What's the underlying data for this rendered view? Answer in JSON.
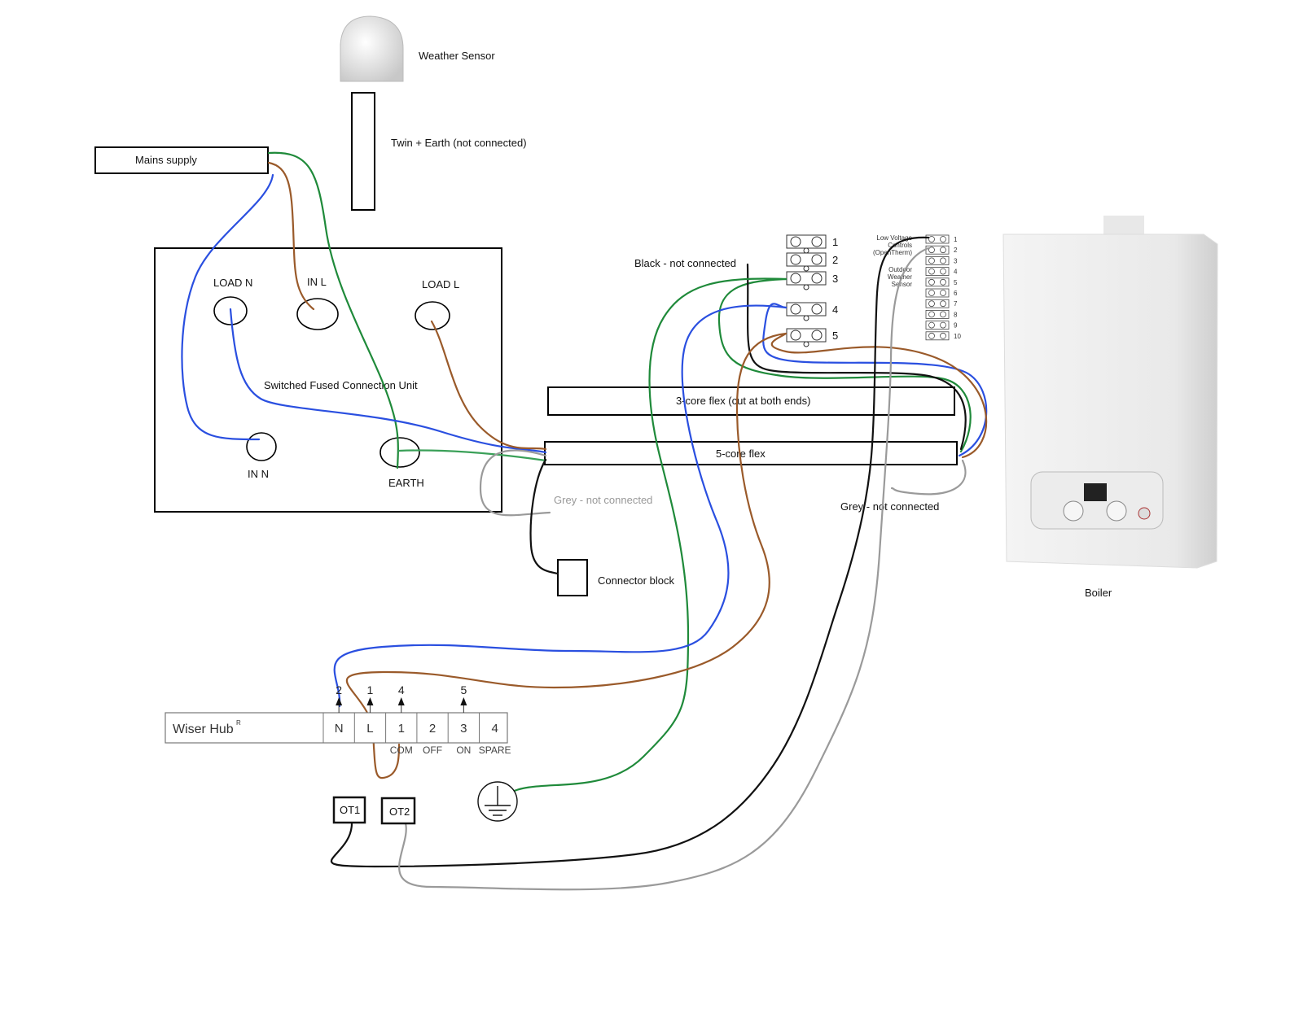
{
  "labels": {
    "weather_sensor": "Weather Sensor",
    "twin_earth": "Twin + Earth (not connected)",
    "mains_supply": "Mains supply",
    "load_n": "LOAD N",
    "in_l": "IN L",
    "load_l": "LOAD L",
    "sfcu": "Switched Fused Connection Unit",
    "in_n": "IN N",
    "earth": "EARTH",
    "black_nc": "Black - not connected",
    "three_core": "3-core flex (cut at both ends)",
    "five_core": "5-core flex",
    "grey_nc_left": "Grey - not connected",
    "grey_nc_right": "Grey - not connected",
    "connector_block": "Connector block",
    "boiler": "Boiler",
    "ot1": "OT1",
    "ot2": "OT2"
  },
  "terminal_block": {
    "numbers": [
      "1",
      "2",
      "3",
      "4",
      "5"
    ]
  },
  "boiler_strip": {
    "numbers": [
      "1",
      "2",
      "3",
      "4",
      "5",
      "6",
      "7",
      "8",
      "9",
      "10"
    ],
    "low_voltage": [
      "Low Voltage",
      "Controls",
      "(OpenTherm)"
    ],
    "outdoor": [
      "Outdoor",
      "Weather",
      "Sensor"
    ]
  },
  "wiser_hub": {
    "title": "Wiser Hub",
    "sup": "R",
    "terminals": [
      "N",
      "L",
      "1",
      "2",
      "3",
      "4"
    ],
    "sub_labels": [
      "COM",
      "OFF",
      "ON",
      "SPARE"
    ],
    "arrow_numbers": [
      "2",
      "1",
      "4",
      "5"
    ]
  },
  "colors": {
    "blue": "#2a4fe0",
    "brown": "#9a5a2a",
    "green": "#1f8a3a",
    "black": "#111111",
    "grey": "#9a9a9a"
  }
}
